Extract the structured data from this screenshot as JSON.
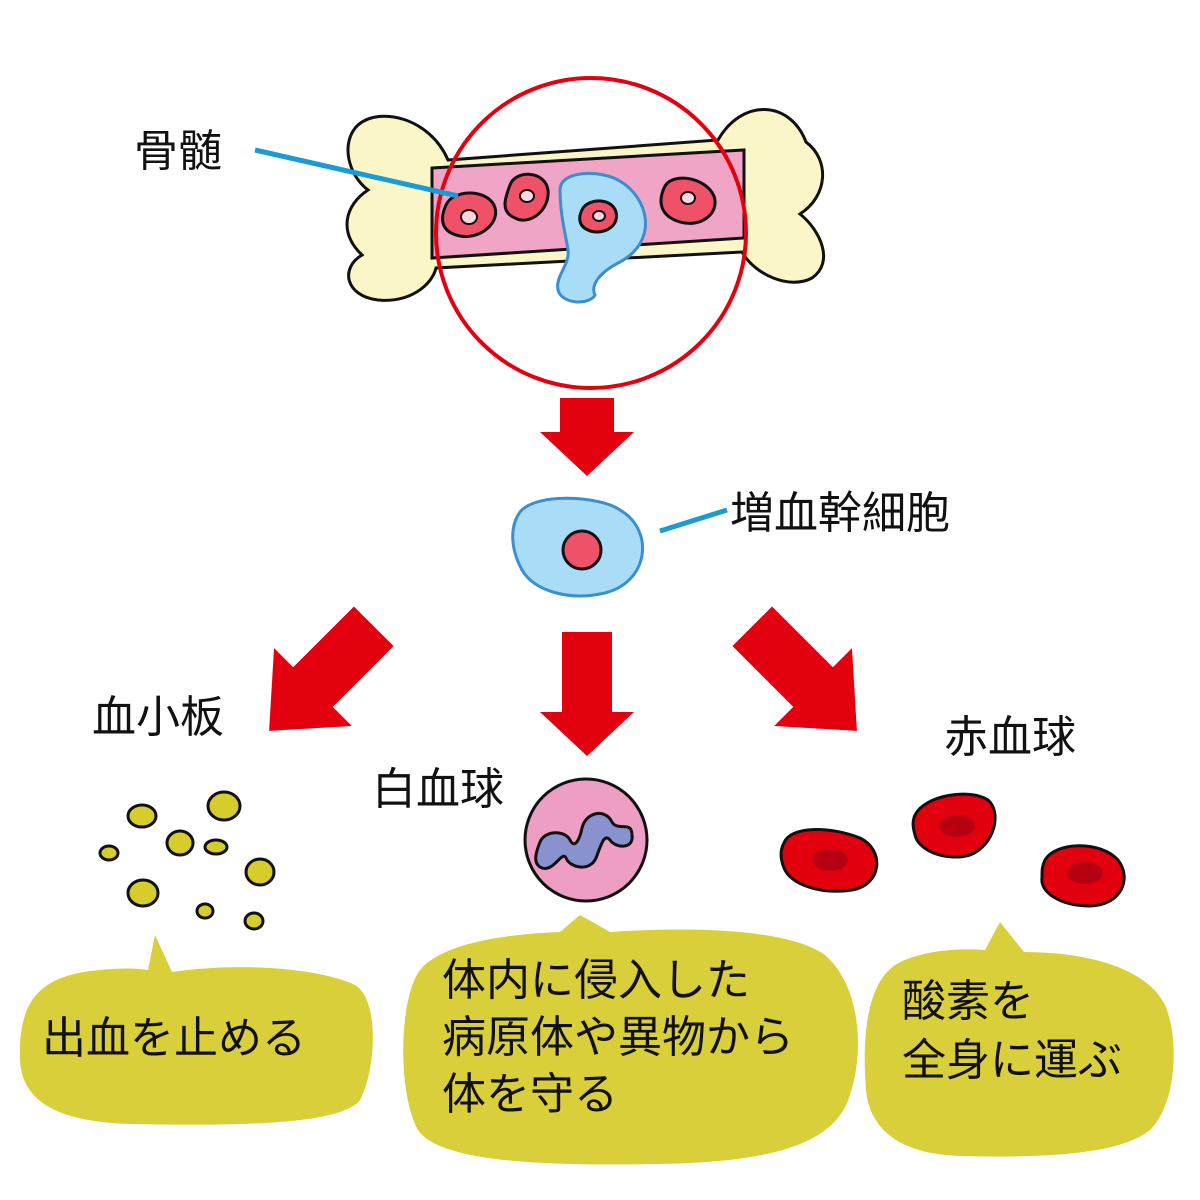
{
  "colors": {
    "arrow": "#e3000f",
    "bone": "#fbf6c8",
    "marrow": "#f0a4c6",
    "red_cell": "#ee5168",
    "stem_cell": "#a9dcf6",
    "stem_outline": "#3a8fd0",
    "callout_line": "#1b9ad6",
    "zoom_circle": "#e3000f",
    "platelet": "#d6cc2c",
    "wbc_body": "#ee9dc3",
    "wbc_nucleus": "#8a91cf",
    "rbc": "#e2000e",
    "rbc_center": "#b60012",
    "bubble": "#d9cf3b"
  },
  "labels": {
    "bone_marrow": "骨髄",
    "stem_cell": "増血幹細胞",
    "platelet": "血小板",
    "white_blood_cell": "白血球",
    "red_blood_cell": "赤血球"
  },
  "bubbles": {
    "platelet": {
      "lines": [
        "出血を止める"
      ]
    },
    "white_blood_cell": {
      "lines": [
        "体内に侵入した",
        "病原体や異物から",
        "体を守る"
      ]
    },
    "red_blood_cell": {
      "lines": [
        "酸素を",
        "全身に運ぶ"
      ]
    }
  }
}
